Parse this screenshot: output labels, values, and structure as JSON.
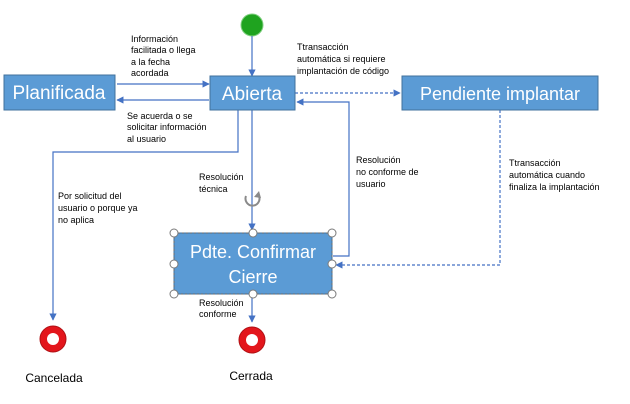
{
  "colors": {
    "box_fill": "#5B9BD5",
    "box_stroke": "#41719C",
    "line": "#4472C4",
    "start": "#1FA31F",
    "end_outer": "#E3161C",
    "end_inner": "#ffffff"
  },
  "states": {
    "planificada": "Planificada",
    "abierta": "Abierta",
    "pendiente": "Pendiente implantar",
    "pdte_line1": "Pdte. Confirmar",
    "pdte_line2": "Cierre"
  },
  "ends": {
    "cancelada": "Cancelada",
    "cerrada": "Cerrada"
  },
  "transitions": {
    "info_facilitada": [
      "Información",
      "facilitada o llega",
      "a la fecha",
      "acordada"
    ],
    "se_acuerda": [
      "Se acuerda o se",
      "solicitar información",
      "al usuario"
    ],
    "ttransaccion_1": [
      "Ttransacción",
      "automática si requiere",
      "implantación de código"
    ],
    "resolucion_tecnica": [
      "Resolución",
      "técnica"
    ],
    "resolucion_no_conforme": [
      "Resolución",
      "no conforme de",
      "usuario"
    ],
    "por_solicitud": [
      "Por solicitud del",
      "usuario o porque ya",
      "no aplica"
    ],
    "ttransaccion_2": [
      "Ttransacción",
      "automática cuando",
      "finaliza la implantación"
    ],
    "resolucion_conforme": [
      "Resolución",
      "conforme"
    ]
  }
}
